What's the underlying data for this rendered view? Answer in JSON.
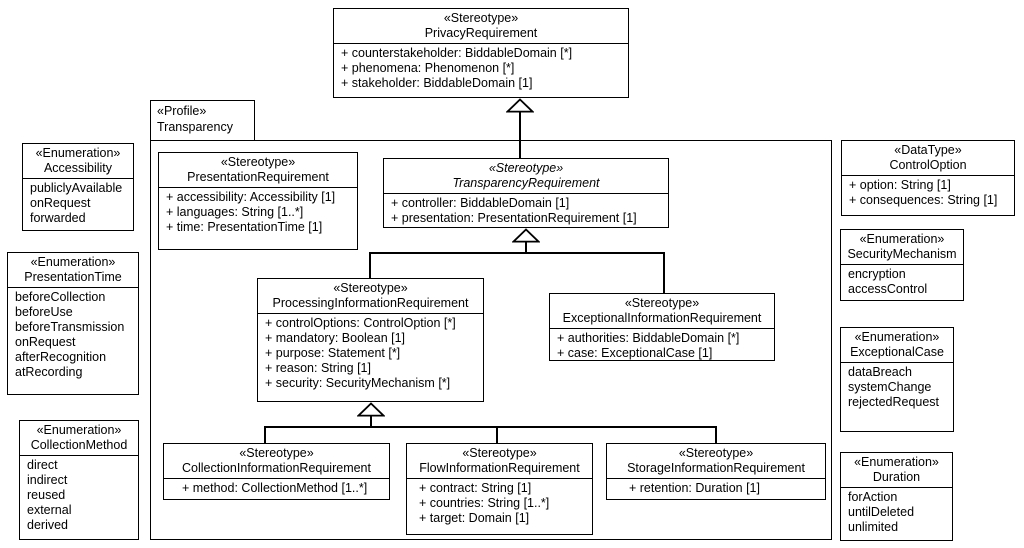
{
  "colors": {
    "line": "#000000",
    "background": "#ffffff"
  },
  "profile": {
    "stereotype": "«Profile»",
    "name": "Transparency"
  },
  "classes": {
    "privacy_requirement": {
      "stereotype": "«Stereotype»",
      "name": "PrivacyRequirement",
      "items": [
        "+ counterstakeholder: BiddableDomain [*]",
        "+ phenomena: Phenomenon [*]",
        "+ stakeholder: BiddableDomain [1]"
      ]
    },
    "presentation_requirement": {
      "stereotype": "«Stereotype»",
      "name": "PresentationRequirement",
      "items": [
        "+ accessibility: Accessibility [1]",
        "+ languages: String [1..*]",
        "+ time: PresentationTime [1]"
      ]
    },
    "transparency_requirement": {
      "stereotype": "«Stereotype»",
      "name": "TransparencyRequirement",
      "items": [
        "+ controller: BiddableDomain [1]",
        "+ presentation: PresentationRequirement [1]"
      ]
    },
    "processing_information_requirement": {
      "stereotype": "«Stereotype»",
      "name": "ProcessingInformationRequirement",
      "items": [
        "+ controlOptions: ControlOption [*]",
        "+ mandatory: Boolean [1]",
        "+ purpose: Statement [*]",
        "+ reason: String [1]",
        "+ security: SecurityMechanism [*]"
      ]
    },
    "exceptional_information_requirement": {
      "stereotype": "«Stereotype»",
      "name": "ExceptionalInformationRequirement",
      "items": [
        "+ authorities: BiddableDomain [*]",
        "+ case: ExceptionalCase [1]"
      ]
    },
    "collection_information_requirement": {
      "stereotype": "«Stereotype»",
      "name": "CollectionInformationRequirement",
      "items": [
        "+ method: CollectionMethod [1..*]"
      ]
    },
    "flow_information_requirement": {
      "stereotype": "«Stereotype»",
      "name": "FlowInformationRequirement",
      "items": [
        "+ contract: String [1]",
        "+ countries: String [1..*]",
        "+ target: Domain [1]"
      ]
    },
    "storage_information_requirement": {
      "stereotype": "«Stereotype»",
      "name": "StorageInformationRequirement",
      "items": [
        "+ retention: Duration [1]"
      ]
    }
  },
  "types": {
    "accessibility": {
      "stereotype": "«Enumeration»",
      "name": "Accessibility",
      "items": [
        "publiclyAvailable",
        "onRequest",
        "forwarded"
      ]
    },
    "presentation_time": {
      "stereotype": "«Enumeration»",
      "name": "PresentationTime",
      "items": [
        "beforeCollection",
        "beforeUse",
        "beforeTransmission",
        "onRequest",
        "afterRecognition",
        "atRecording"
      ]
    },
    "collection_method": {
      "stereotype": "«Enumeration»",
      "name": "CollectionMethod",
      "items": [
        "direct",
        "indirect",
        "reused",
        "external",
        "derived"
      ]
    },
    "control_option": {
      "stereotype": "«DataType»",
      "name": "ControlOption",
      "items": [
        "+ option: String [1]",
        "+ consequences: String [1]"
      ]
    },
    "security_mechanism": {
      "stereotype": "«Enumeration»",
      "name": "SecurityMechanism",
      "items": [
        "encryption",
        "accessControl"
      ]
    },
    "exceptional_case": {
      "stereotype": "«Enumeration»",
      "name": "ExceptionalCase",
      "items": [
        "dataBreach",
        "systemChange",
        "rejectedRequest"
      ]
    },
    "duration": {
      "stereotype": "«Enumeration»",
      "name": "Duration",
      "items": [
        "forAction",
        "untilDeleted",
        "unlimited"
      ]
    }
  }
}
